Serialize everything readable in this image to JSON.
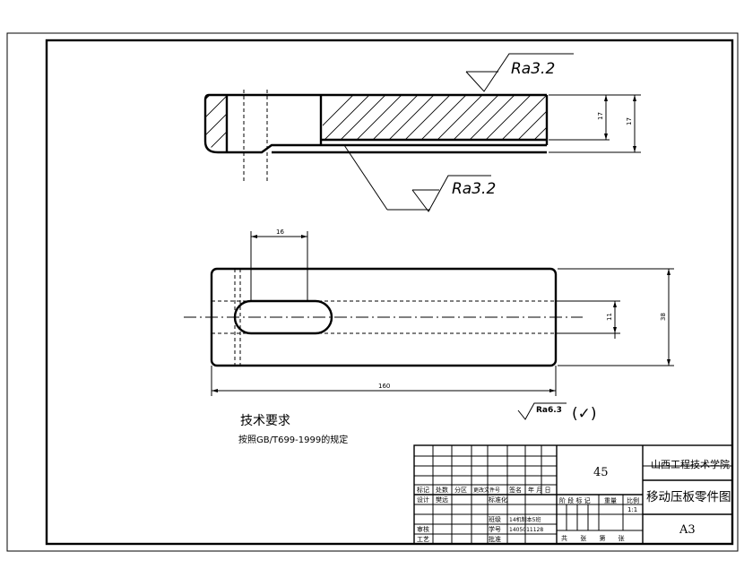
{
  "roughness": {
    "top": "Ra3.2",
    "bottom": "Ra3.2",
    "general": "Ra6.3",
    "general_suffix": "(✓)"
  },
  "tech_requirements": {
    "title": "技术要求",
    "text": "按照GB/T699-1999的规定"
  },
  "title_block": {
    "material": "45",
    "school": "山西工程技术学院",
    "part_name": "移动压板零件图",
    "sheet_size": "A3",
    "headers": {
      "mark": "标记",
      "count": "处数",
      "zone": "分区",
      "change_doc": "更改文件号",
      "signature": "签名",
      "date": "年 月 日",
      "design": "设计",
      "standardize": "标准化",
      "review": "审核",
      "process": "工艺",
      "class_label": "班级",
      "id_label": "学号",
      "approve": "批准",
      "stage_mark": "阶 段 标 记",
      "weight": "重量",
      "scale": "比例",
      "total_sheets": "共 张 第 张"
    },
    "designer": "樊远",
    "class_value": "14机制本5班",
    "id_value": "1405011128",
    "scale_value": "1:1"
  }
}
